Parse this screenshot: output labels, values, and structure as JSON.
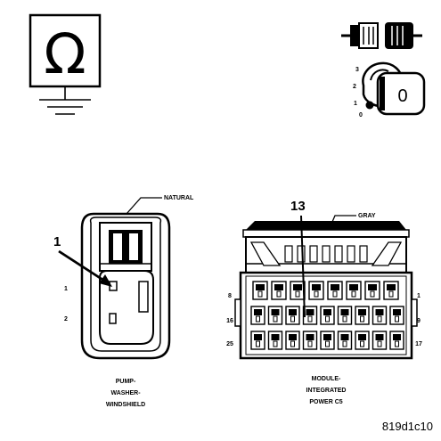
{
  "ohmmeter_symbol": "Ω",
  "key_switch": {
    "positions": [
      "3",
      "2",
      "1",
      "0"
    ],
    "key_label": "0"
  },
  "pump_connector": {
    "color_label": "NATURAL",
    "callout": "1",
    "pins": [
      "1",
      "2"
    ],
    "caption_lines": [
      "PUMP-",
      "WASHER-",
      "WINDSHIELD"
    ]
  },
  "module_connector": {
    "color_label": "GRAY",
    "callout": "13",
    "left_pins": [
      "8",
      "16",
      "25"
    ],
    "right_pins": [
      "1",
      "9",
      "17"
    ],
    "caption_lines": [
      "MODULE-",
      "INTEGRATED",
      "POWER C5"
    ]
  },
  "figure_id": "819d1c10"
}
